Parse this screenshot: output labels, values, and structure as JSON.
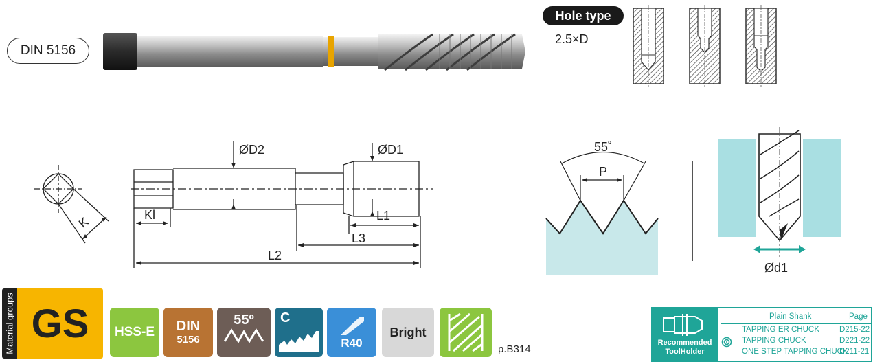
{
  "standard_label": "DIN 5156",
  "hole_type": {
    "title": "Hole type",
    "ratio": "2.5×D"
  },
  "diagram": {
    "d2_label": "ØD2",
    "d1_label": "ØD1",
    "kl_label": "Kl",
    "k_label": "K",
    "l1_label": "L1",
    "l2_label": "L2",
    "l3_label": "L3",
    "angle_label": "55˚",
    "pitch_label": "P",
    "drill_label": "Ød1"
  },
  "badges": {
    "material_groups_label": "Material groups",
    "material_code": "GS",
    "material": "HSS-E",
    "din_top": "DIN",
    "din_bottom": "5156",
    "angle": "55º",
    "chamfer": "C",
    "helix": "R40",
    "finish": "Bright",
    "page_ref": "p.B314"
  },
  "toolholder": {
    "label_line1": "Recommended",
    "label_line2": "ToolHolder",
    "header_name": "Plain Shank",
    "header_page": "Page",
    "rows": [
      {
        "name": "TAPPING ER CHUCK",
        "page": "D215-22"
      },
      {
        "name": "TAPPING CHUCK",
        "page": "D221-22"
      },
      {
        "name": "ONE STEP TAPPING CHUCK",
        "page": "D211-21"
      }
    ]
  },
  "colors": {
    "accent_teal": "#1fa598",
    "gs_yellow": "#f7b500",
    "hss_green": "#8cc63f",
    "din_brown": "#b87333",
    "angle_gray": "#6d5d56",
    "chamfer_blue": "#1f6f8b",
    "helix_blue": "#3a8fd8",
    "bright_gray": "#d8d8d8"
  }
}
